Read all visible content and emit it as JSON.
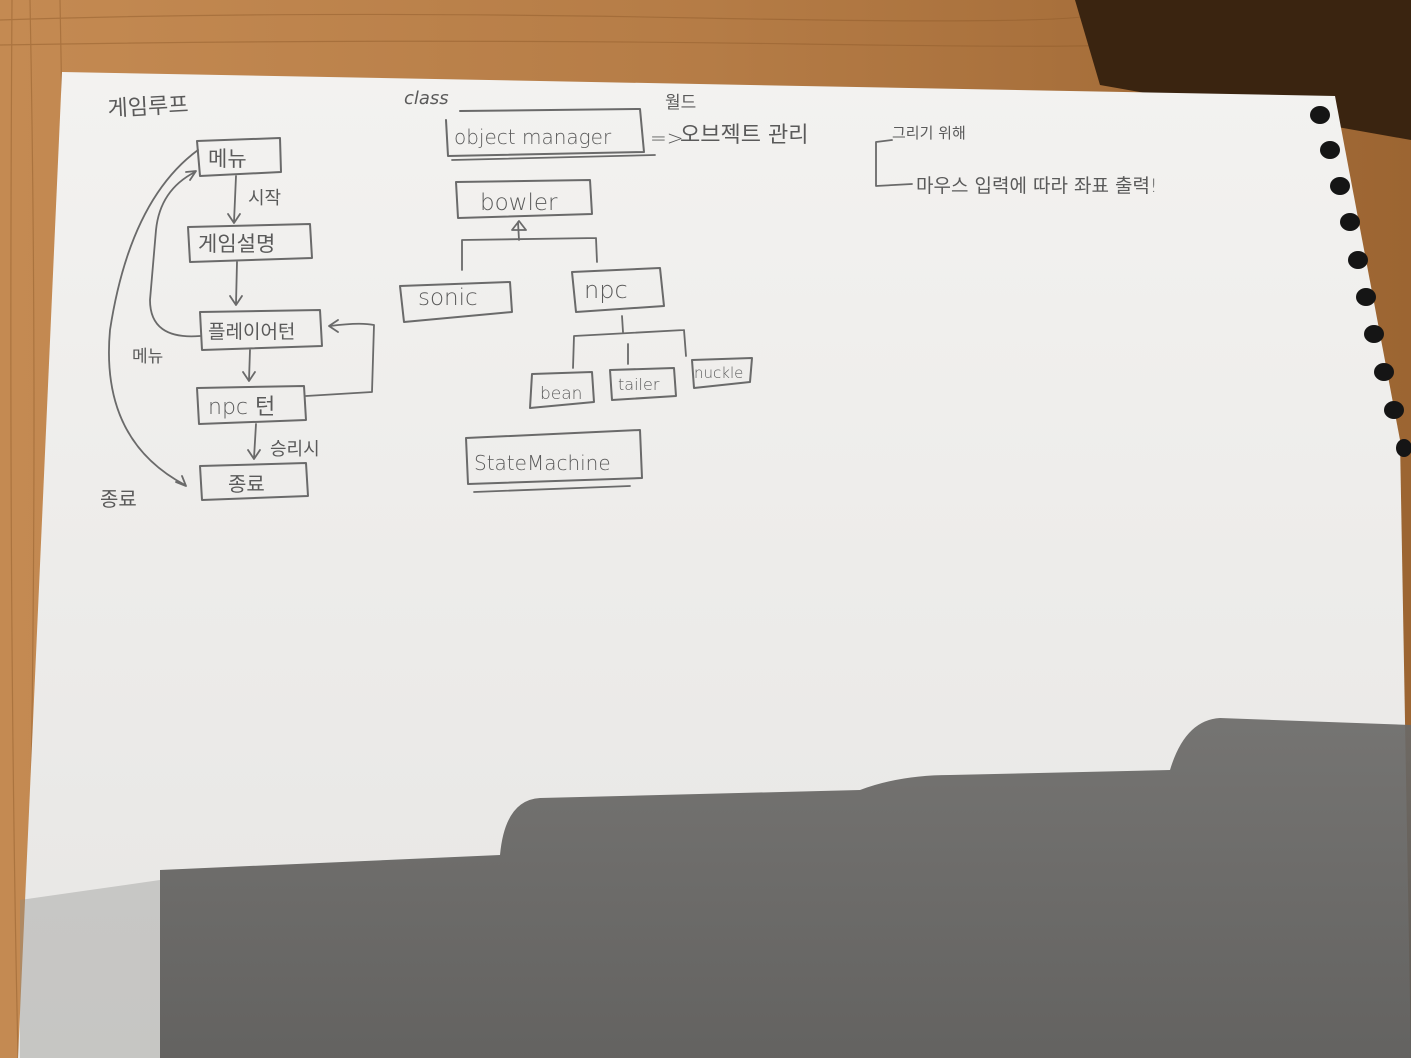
{
  "colors": {
    "desk": "#b07a45",
    "desk_dark": "#3a2410",
    "paper": "#f2f1ef",
    "pencil": "#5a5a5a",
    "shadow": "#5e5d5b",
    "binding_hole": "#151515"
  },
  "game_loop": {
    "title": "게임루프",
    "menu": "메뉴",
    "start": "시작",
    "game_desc": "게임설명",
    "player_turn": "플레이어턴",
    "menu_side": "메뉴",
    "npc_turn": "npc 턴",
    "on_win": "승리시",
    "end": "종료",
    "end_side": "종료"
  },
  "class_section": {
    "title": "class",
    "world": "월드",
    "object_manager": "object manager",
    "arrow": "=>",
    "object_manage_desc": "오브젝트 관리",
    "bowler": "bowler",
    "sonic": "sonic",
    "npc": "npc",
    "bean": "bean",
    "tailer": "tailer",
    "nuckle": "nuckle",
    "state_machine": "StateMachine"
  },
  "draw_section": {
    "title": "그리기 위해",
    "desc": "마우스 입력에 따라 좌표 출력!"
  }
}
